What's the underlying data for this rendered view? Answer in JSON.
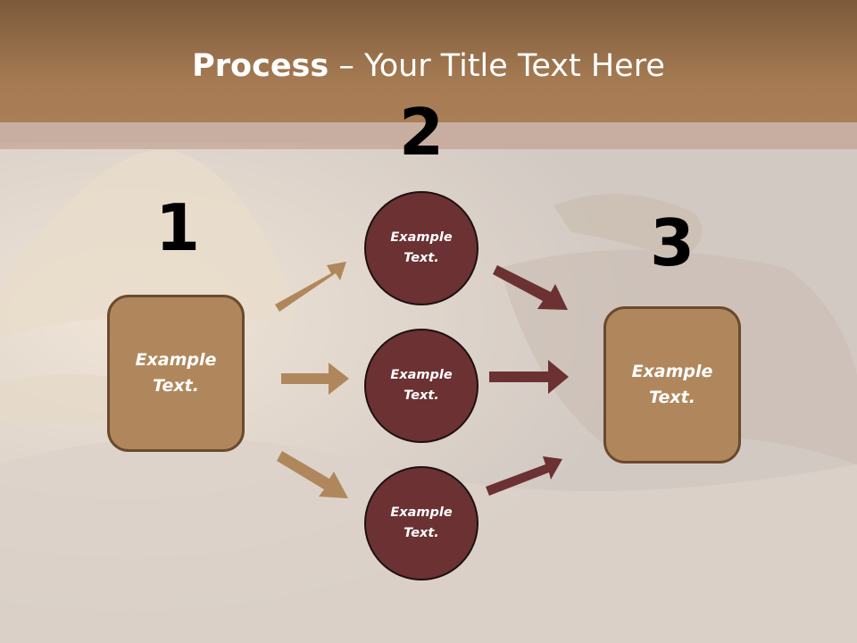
{
  "title": {
    "bold": "Process",
    "rest": " – Your Title Text Here"
  },
  "steps": {
    "one": {
      "number": "1",
      "text": "Example Text."
    },
    "two": {
      "number": "2"
    },
    "three": {
      "number": "3",
      "text": "Example Text."
    }
  },
  "circles": [
    {
      "text": "Example Text."
    },
    {
      "text": "Example Text."
    },
    {
      "text": "Example Text."
    }
  ],
  "colors": {
    "header": "#a77c54",
    "box_fill": "#b0875c",
    "circle_fill": "#6b3133",
    "arrow_light": "#b0875c",
    "arrow_dark": "#6b3133"
  }
}
